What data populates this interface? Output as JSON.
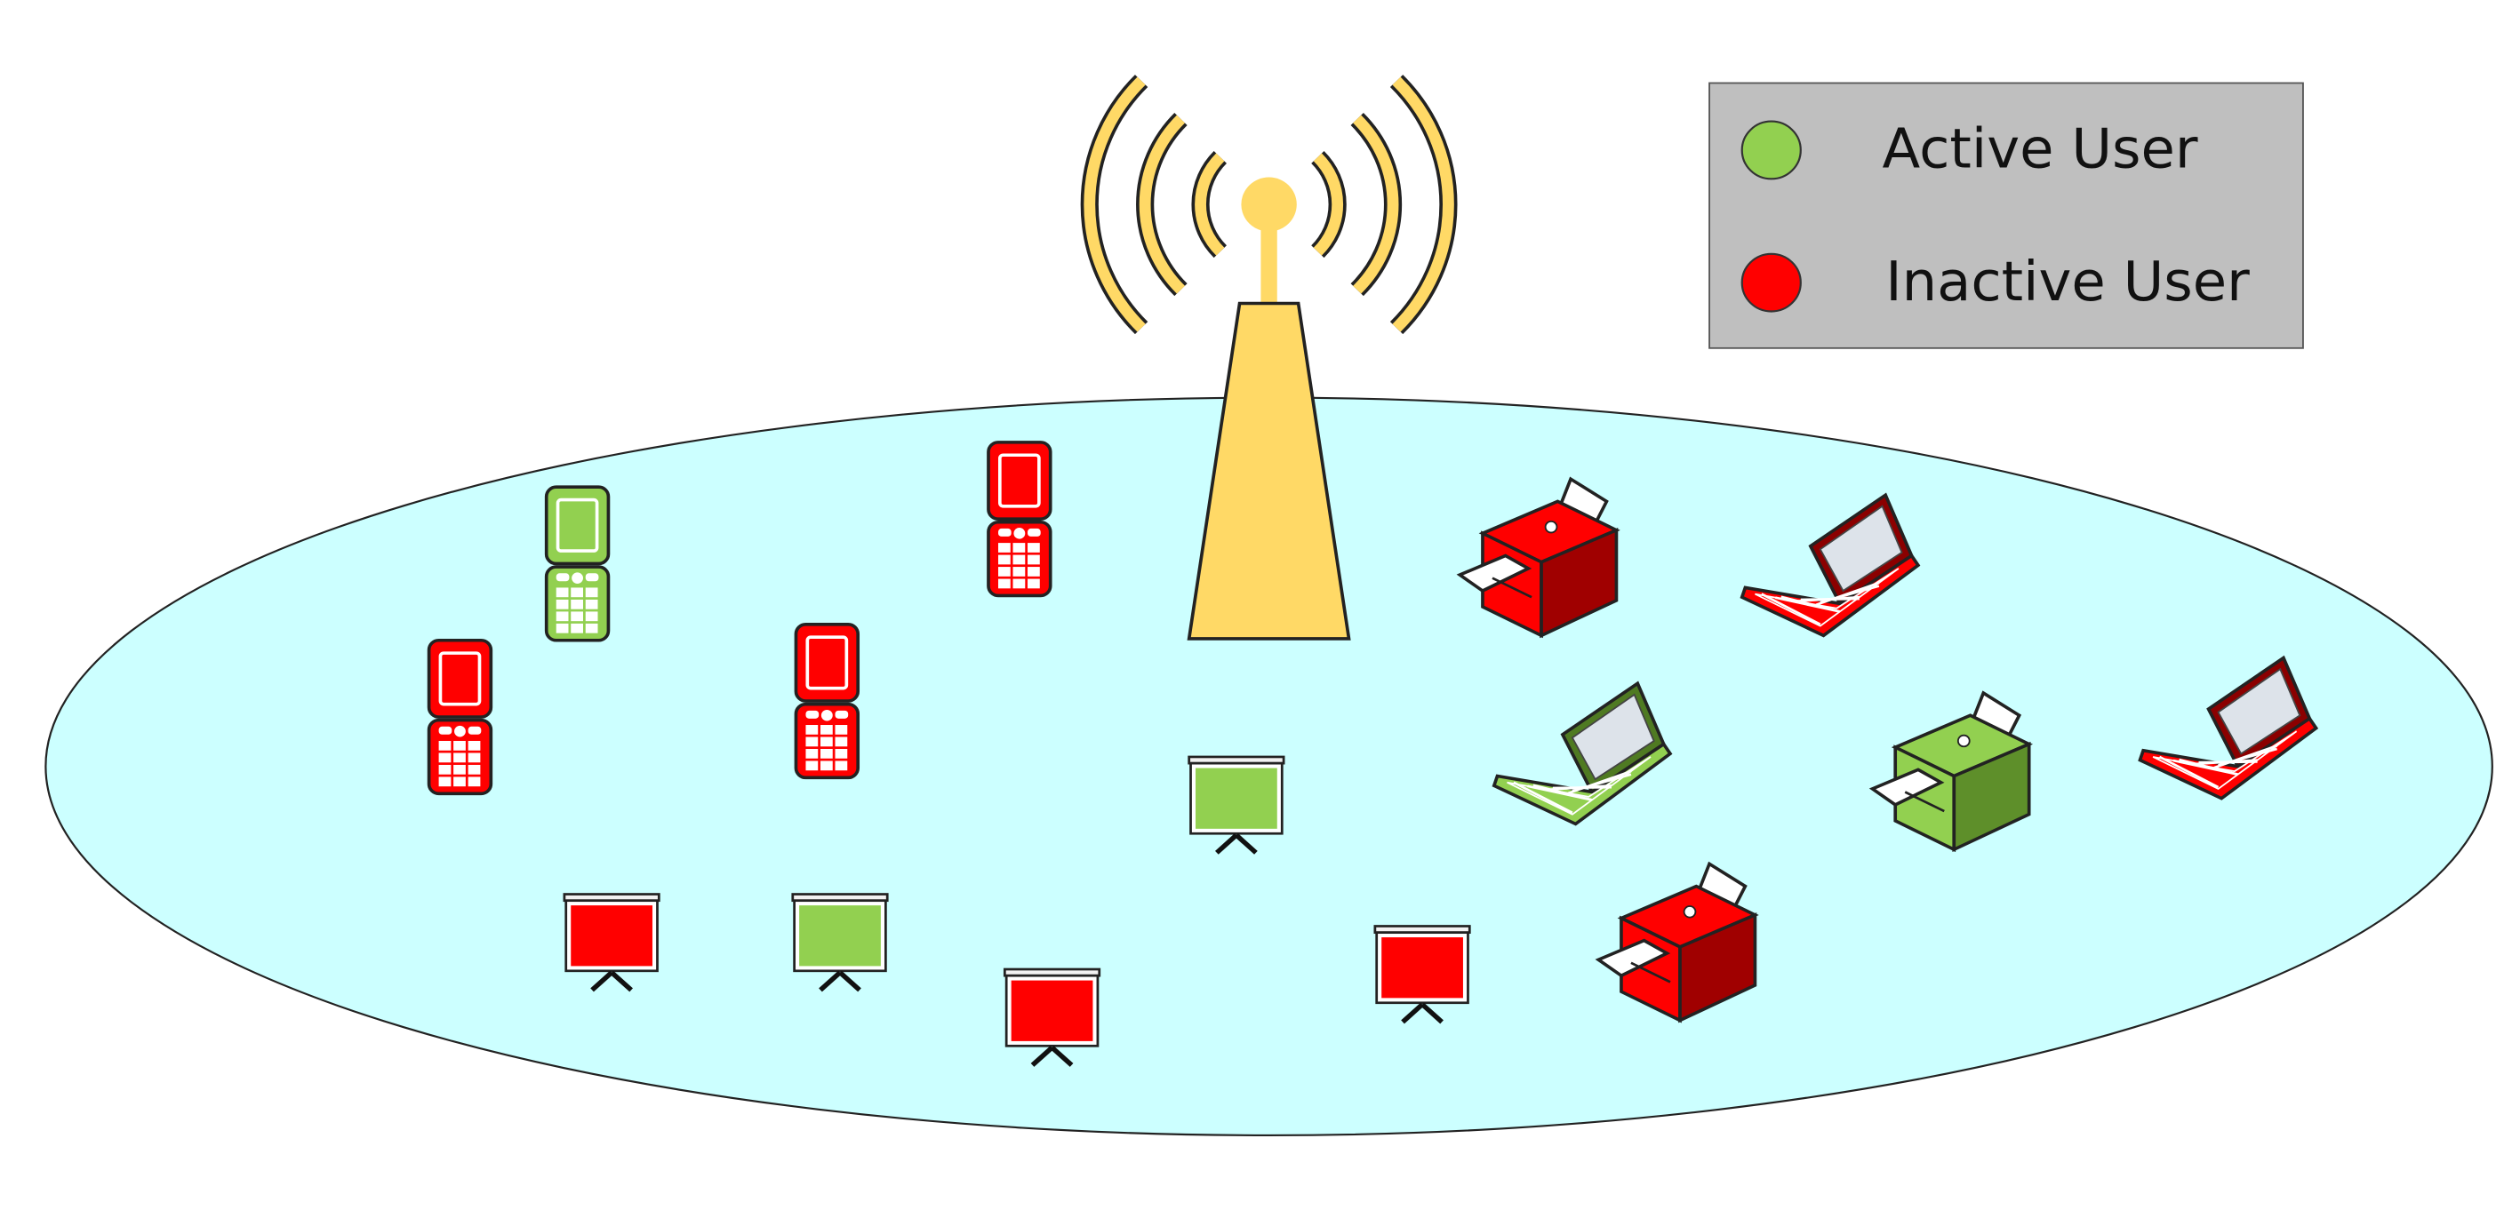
{
  "colors": {
    "active": "#92D050",
    "inactive": "#FF0000",
    "coverage_fill": "#CCFFFF",
    "tower": "#FFD966",
    "legend_bg": "#BFBFBF"
  },
  "legend": {
    "active_label": "Active User",
    "inactive_label": "Inactive User"
  },
  "base_station": {
    "icon": "cell-tower-icon"
  },
  "coverage_area": {
    "icon": "coverage-ellipse"
  },
  "devices": [
    {
      "type": "phone",
      "status": "active"
    },
    {
      "type": "phone",
      "status": "inactive"
    },
    {
      "type": "phone",
      "status": "inactive"
    },
    {
      "type": "phone",
      "status": "inactive"
    },
    {
      "type": "printer",
      "status": "inactive"
    },
    {
      "type": "printer",
      "status": "active"
    },
    {
      "type": "printer",
      "status": "inactive"
    },
    {
      "type": "laptop",
      "status": "inactive"
    },
    {
      "type": "laptop",
      "status": "active"
    },
    {
      "type": "laptop",
      "status": "inactive"
    },
    {
      "type": "projector-screen",
      "status": "inactive"
    },
    {
      "type": "projector-screen",
      "status": "active"
    },
    {
      "type": "projector-screen",
      "status": "inactive"
    },
    {
      "type": "projector-screen",
      "status": "active"
    },
    {
      "type": "projector-screen",
      "status": "inactive"
    }
  ]
}
